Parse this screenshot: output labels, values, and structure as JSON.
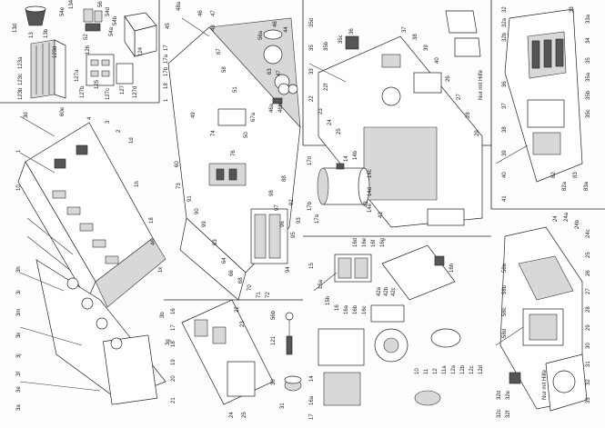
{
  "sheet": {
    "note_vertical_1": "Nur mit Hilfe",
    "note_vertical_2": "Nur mit Hilfe"
  },
  "labels": {
    "topleft": [
      "13d",
      "13",
      "13b",
      "134",
      "54e",
      "56",
      "54d",
      "54b",
      "54a",
      "52",
      "123d",
      "123a",
      "123c",
      "123b",
      "124",
      "126",
      "127a",
      "127b",
      "127c",
      "127",
      "127d",
      "125"
    ],
    "left_body": [
      "3d",
      "60e",
      "4",
      "1",
      "3",
      "2",
      "1d",
      "1h",
      "18",
      "1k",
      "46",
      "3h",
      "3i",
      "3m",
      "3k",
      "3j",
      "3f",
      "3e",
      "3a",
      "3g",
      "10",
      "3b"
    ],
    "centre_top": [
      "48a",
      "46",
      "47",
      "48",
      "45",
      "17",
      "17a",
      "17b",
      "18",
      "1",
      "67",
      "58",
      "51",
      "74",
      "60",
      "49",
      "73",
      "50",
      "76",
      "67a"
    ],
    "centre_lower": [
      "63",
      "64",
      "66",
      "68",
      "70",
      "71",
      "72",
      "94",
      "95",
      "96",
      "97",
      "98",
      "99",
      "90",
      "91",
      "92",
      "93",
      "88"
    ],
    "centre_small": [
      "56a",
      "46",
      "44",
      "63",
      "47",
      "46a",
      "46b",
      "42a",
      "42b",
      "42c"
    ],
    "bottom_centre": [
      "16",
      "17",
      "18",
      "19",
      "20",
      "21",
      "22",
      "23",
      "24",
      "25",
      "56b",
      "121",
      "30",
      "31"
    ],
    "mid_right_top": [
      "35",
      "35d",
      "35b",
      "35c",
      "36",
      "33",
      "37",
      "38",
      "39",
      "40",
      "22",
      "23",
      "24",
      "25",
      "26",
      "27",
      "28",
      "29",
      "22f",
      "42",
      "43"
    ],
    "mid_right_small": [
      "17d",
      "17b",
      "17a",
      "14",
      "14b",
      "14c",
      "14d",
      "14e"
    ],
    "lower_centre_right": [
      "16d",
      "16e",
      "16f",
      "16g",
      "15",
      "15a",
      "15b",
      "16",
      "16a",
      "16b",
      "16c",
      "16h",
      "10",
      "11",
      "12",
      "11a",
      "12a",
      "12b",
      "12c",
      "12d",
      "14",
      "16a",
      "17"
    ],
    "right_top": [
      "32",
      "32a",
      "32b",
      "33",
      "33a",
      "34",
      "35",
      "35a",
      "35b",
      "35c",
      "36",
      "37",
      "38",
      "39",
      "40",
      "41",
      "82",
      "82a",
      "83",
      "83a"
    ],
    "right_bottom": [
      "32d",
      "32c",
      "32e",
      "32f",
      "24",
      "24a",
      "24b",
      "24c",
      "25",
      "26",
      "27",
      "28",
      "29",
      "30",
      "31",
      "32",
      "33",
      "58a",
      "58b",
      "58c",
      "58d"
    ]
  }
}
